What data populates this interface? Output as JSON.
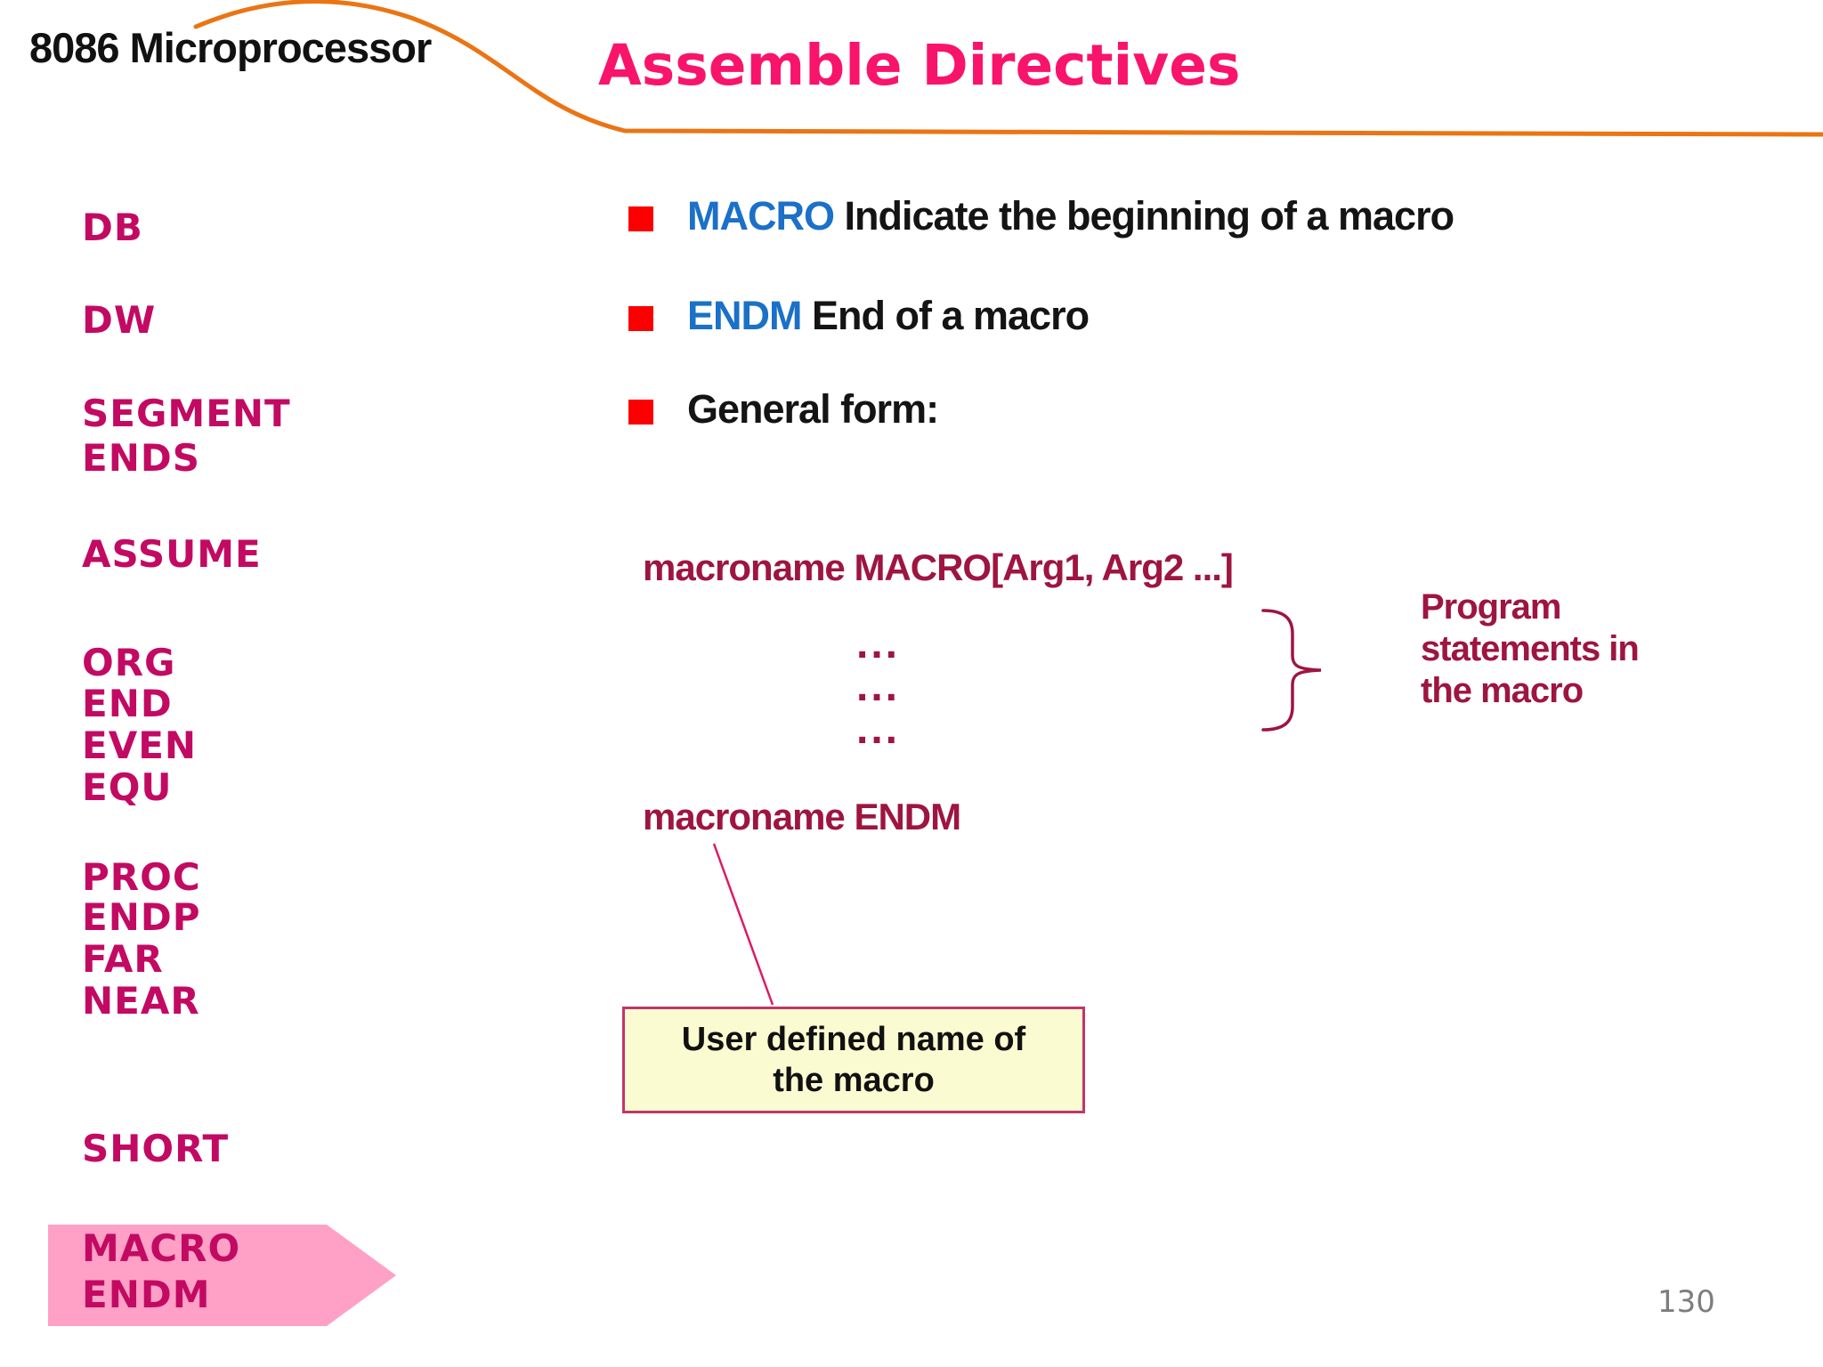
{
  "header": {
    "brand": "8086 Microprocessor",
    "slide_title": "Assemble Directives"
  },
  "sidebar": {
    "items": [
      "DB",
      "DW",
      "SEGMENT",
      "ENDS",
      "ASSUME",
      "ORG",
      "END",
      "EVEN",
      "EQU",
      "PROC",
      "ENDP",
      "FAR",
      "NEAR",
      "SHORT"
    ],
    "highlighted_items": [
      "MACRO",
      "ENDM"
    ]
  },
  "bullets": [
    {
      "keyword": "MACRO",
      "text": " Indicate the beginning of a macro"
    },
    {
      "keyword": "ENDM",
      "text": " End of a macro"
    },
    {
      "keyword": "",
      "text": "General form:"
    }
  ],
  "general_form": {
    "open_line": "macroname MACRO[Arg1, Arg2 ...]",
    "dots": [
      "...",
      "...",
      "..."
    ],
    "brace_label_lines": [
      "Program",
      "statements in",
      "the macro"
    ],
    "close_line": "macroname ENDM"
  },
  "callout": {
    "line1": "User defined name of",
    "line2": "the macro"
  },
  "footer": {
    "page_number": "130"
  },
  "colors": {
    "title_pink": "#F8146B",
    "sidebar_magenta": "#C20A63",
    "form_maroon": "#9E1540",
    "keyword_blue": "#1B70C8",
    "bullet_red": "#FA0000",
    "divider_orange": "#EB7414",
    "highlight_arrow_pink": "#FFA0C6",
    "callout_fill": "#FBFBD2",
    "callout_border": "#C2356B",
    "page_number_gray": "#7D7D7D"
  }
}
